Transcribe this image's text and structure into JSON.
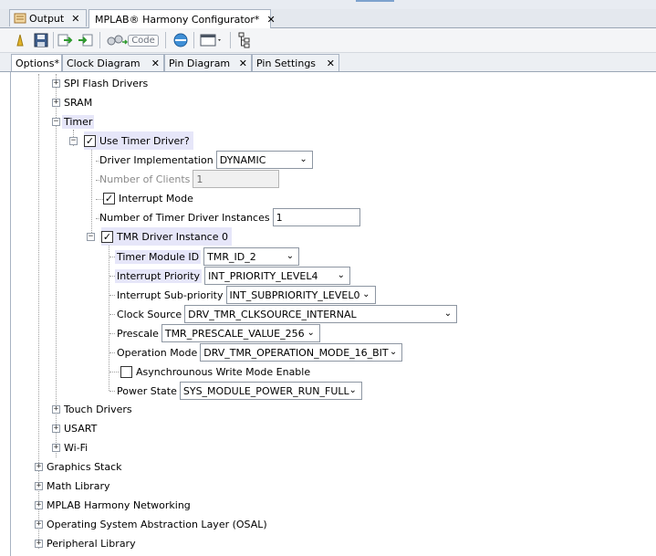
{
  "tabs": {
    "output": "Output",
    "harmony": "MPLAB® Harmony Configurator*"
  },
  "toolbar": {
    "icons": [
      "folder-icon",
      "save-icon",
      "import-icon",
      "export-icon",
      "generate-code-icon",
      "help-icon",
      "window-icon",
      "tree-icon"
    ],
    "code_label": "Code"
  },
  "subtabs": {
    "options": "Options*",
    "clock": "Clock Diagram",
    "pin": "Pin Diagram",
    "pin_settings": "Pin Settings"
  },
  "tree": {
    "spi_flash": "SPI Flash Drivers",
    "sram": "SRAM",
    "timer": "Timer",
    "use_timer_driver": "Use Timer Driver?",
    "driver_impl_label": "Driver Implementation",
    "driver_impl_value": "DYNAMIC",
    "num_clients_label": "Number of Clients",
    "num_clients_value": "1",
    "interrupt_mode": "Interrupt Mode",
    "num_instances_label": "Number of Timer Driver Instances",
    "num_instances_value": "1",
    "tmr_instance": "TMR Driver Instance 0",
    "tmr_module_label": "Timer Module ID",
    "tmr_module_value": "TMR_ID_2",
    "int_priority_label": "Interrupt Priority",
    "int_priority_value": "INT_PRIORITY_LEVEL4",
    "int_sub_label": "Interrupt Sub-priority",
    "int_sub_value": "INT_SUBPRIORITY_LEVEL0",
    "clock_source_label": "Clock Source",
    "clock_source_value": "DRV_TMR_CLKSOURCE_INTERNAL",
    "prescale_label": "Prescale",
    "prescale_value": "TMR_PRESCALE_VALUE_256",
    "op_mode_label": "Operation Mode",
    "op_mode_value": "DRV_TMR_OPERATION_MODE_16_BIT",
    "async_write": "Asynchrounous Write Mode Enable",
    "power_label": "Power State",
    "power_value": "SYS_MODULE_POWER_RUN_FULL",
    "touch": "Touch Drivers",
    "usart": "USART",
    "wifi": "Wi-Fi",
    "graphics": "Graphics Stack",
    "math": "Math Library",
    "networking": "MPLAB Harmony Networking",
    "osal": "Operating System Abstraction Layer (OSAL)",
    "peripheral": "Peripheral Library"
  },
  "state": {
    "use_timer_driver": true,
    "interrupt_mode": true,
    "tmr_instance": true,
    "async_write": false
  }
}
